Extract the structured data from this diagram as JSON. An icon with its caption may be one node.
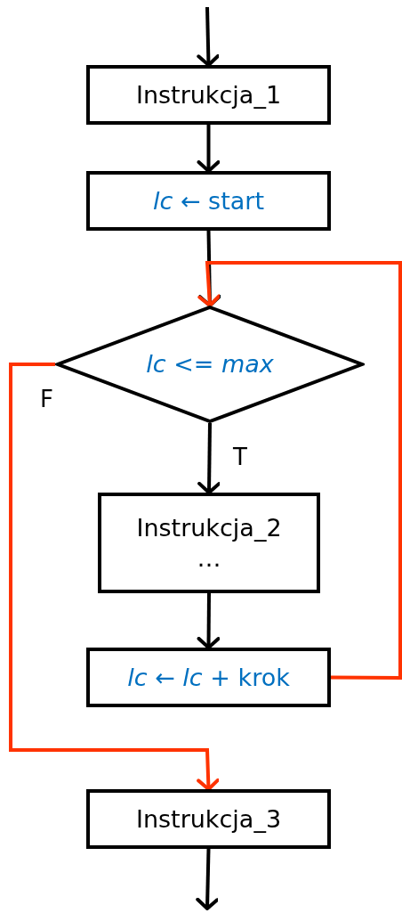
{
  "diagram": {
    "nodes": [
      {
        "text": [
          "Instrukcja_1"
        ]
      },
      {
        "text": [
          "*lc* ← start"
        ]
      },
      {
        "text": [
          "*lc* <= *max*"
        ]
      },
      {
        "text": [
          "Instrukcja_2",
          "…"
        ]
      },
      {
        "text": [
          "*lc* ← *lc* + krok"
        ]
      },
      {
        "text": [
          "Instrukcja_3"
        ]
      }
    ],
    "edges": [
      {
        "from": null,
        "to": 0,
        "arrow": "to"
      },
      {
        "from": 0,
        "to": 1,
        "arrow": "to"
      },
      {
        "from": 1,
        "to": 2,
        "arrow": "to"
      },
      {
        "from": 2,
        "to": 3,
        "arrow": "to",
        "label": "T"
      },
      {
        "from": 2,
        "to": 5,
        "arrow": "to",
        "label": "F",
        "color": "#ff3300"
      },
      {
        "from": 3,
        "to": 4,
        "arrow": "to"
      },
      {
        "from": 4,
        "to": 2,
        "arrow": "to",
        "color": "#ff3300"
      },
      {
        "from": 5,
        "to": null,
        "arrow": "to"
      }
    ]
  }
}
